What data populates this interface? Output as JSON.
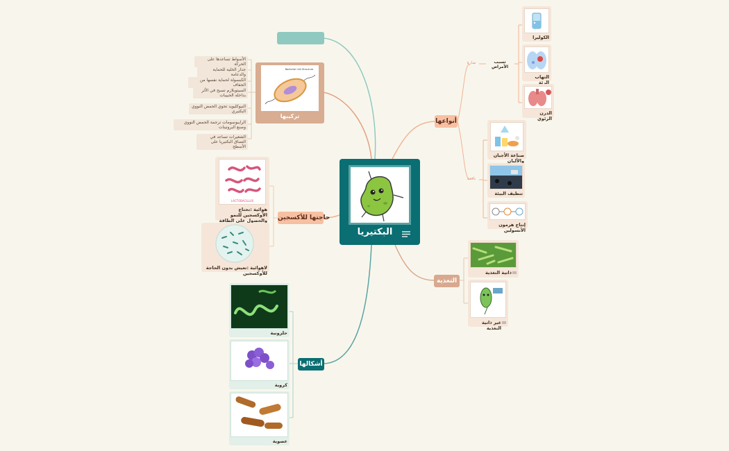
{
  "central": {
    "title": "البكتيريا"
  },
  "branches": {
    "types": {
      "label": "أنواعها"
    },
    "nutrition": {
      "label": "التغذية"
    },
    "shapes": {
      "label": "أشكالها"
    },
    "oxygen": {
      "label": "حاجتها للأكسجين"
    },
    "structure": {
      "label": "تركيبها"
    },
    "top": {
      "label": ""
    }
  },
  "types": {
    "harmful": {
      "label": "ضارة",
      "sub": "تسبب الأمراض",
      "items": [
        "الكوليرا",
        "التهاب الرئة",
        "الدرن الرئوي"
      ]
    },
    "useful": {
      "label": "نافعة",
      "items": [
        "صناعة الأجبان والألبان",
        "تنظيف البيئة",
        "إنتاج هرمون الأنسولين"
      ]
    }
  },
  "nutrition": {
    "items": [
      "ذاتية التغذية",
      "غير ذاتية التغذية"
    ]
  },
  "shapes": {
    "items": [
      "حلزونية",
      "كروية",
      "عصوية"
    ]
  },
  "oxygen": {
    "items": [
      "هوائية :تحتاج الأوكسجين للنمو والحصول على الطاقة",
      "لاهوائية :تعيش بدون الحاجة للأوكسجين"
    ],
    "image_label": "LACTOBACILLUS"
  },
  "structure": {
    "image_title": "Bacterial Cell Structure",
    "items": [
      "الأسواط تساعدها على الحركة",
      "جدار الخلية للحماية والدعامة",
      "الكبسولة لحماية نفسها من الجفاف",
      "السيتوبلازم تسبح في الأثر بداخله الحبيبات",
      "النيوكليويد تحوي الحمض النووي البكتيري",
      "الرايبوسومات ترجمة الحمض النووي وصنع البروتينات",
      "الشعيرات تساعد في التصاق البكتيريا على الأسطح"
    ]
  },
  "colors": {
    "central": "#0a6e72",
    "salmon": "#f7c0a2",
    "tan": "#d8a98e",
    "mint": "#8fc9c0",
    "background": "#f8f6ec"
  }
}
